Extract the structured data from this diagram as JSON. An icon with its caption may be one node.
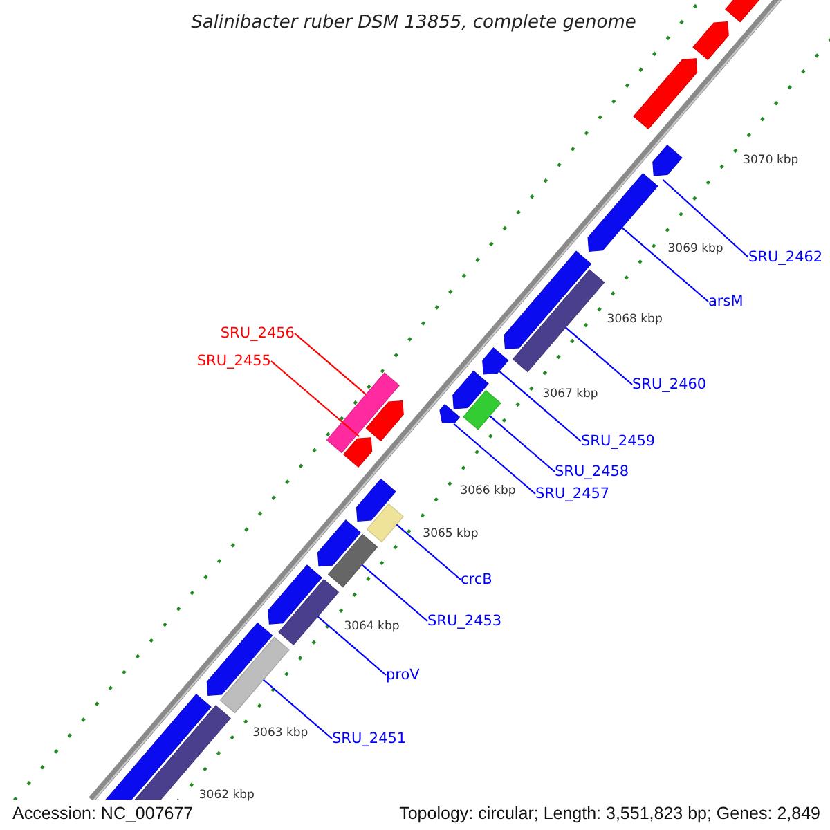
{
  "diagram": {
    "title": "Salinibacter ruber DSM 13855, complete genome",
    "nodes": [
      {
        "text": [
          "SRU_2462"
        ]
      },
      {
        "text": [
          "arsM"
        ]
      },
      {
        "text": [
          "SRU_2456"
        ]
      },
      {
        "text": [
          "SRU_2455"
        ]
      },
      {
        "text": [
          "SRU_2460"
        ]
      },
      {
        "text": [
          "SRU_2459"
        ]
      },
      {
        "text": [
          "SRU_2458"
        ]
      },
      {
        "text": [
          "SRU_2457"
        ]
      },
      {
        "text": [
          "crcB"
        ]
      },
      {
        "text": [
          "SRU_2453"
        ]
      },
      {
        "text": [
          "proV"
        ]
      },
      {
        "text": [
          "SRU_2451"
        ]
      },
      {
        "text": [],
        "shape": "pentagon"
      },
      {
        "text": [],
        "shape": "pentagon"
      },
      {
        "text": [],
        "shape": "pentagon"
      },
      {
        "text": [],
        "shape": "pentagon"
      },
      {
        "text": [],
        "shape": "pentagon"
      },
      {
        "text": [],
        "shape": "pentagon"
      },
      {
        "text": [],
        "shape": "bar"
      },
      {
        "text": [],
        "shape": "pentagon"
      },
      {
        "text": [],
        "shape": "pentagon"
      },
      {
        "text": [],
        "shape": "bar"
      },
      {
        "text": [],
        "shape": "pentagon"
      },
      {
        "text": [],
        "shape": "pentagon"
      },
      {
        "text": [],
        "shape": "bar"
      },
      {
        "text": [],
        "shape": "pentagon"
      },
      {
        "text": [],
        "shape": "pentagon"
      },
      {
        "text": [],
        "shape": "bar"
      },
      {
        "text": [],
        "shape": "pentagon"
      },
      {
        "text": [],
        "shape": "bar"
      },
      {
        "text": [],
        "shape": "pentagon"
      },
      {
        "text": [],
        "shape": "bar"
      },
      {
        "text": [],
        "shape": "pentagon"
      },
      {
        "text": [],
        "shape": "bar"
      },
      {
        "text": [],
        "shape": "bar"
      },
      {
        "text": [],
        "shape": "bar"
      }
    ],
    "edges": [
      {
        "from": 0,
        "to": 15,
        "arrow": "none"
      },
      {
        "from": 1,
        "to": 16,
        "arrow": "none"
      },
      {
        "from": 2,
        "to": 24,
        "arrow": "none",
        "color": "#ff0000"
      },
      {
        "from": 3,
        "to": 25,
        "arrow": "none",
        "color": "#ff0000"
      },
      {
        "from": 4,
        "to": 18,
        "arrow": "none"
      },
      {
        "from": 5,
        "to": 19,
        "arrow": "none"
      },
      {
        "from": 6,
        "to": 21,
        "arrow": "none"
      },
      {
        "from": 7,
        "to": 22,
        "arrow": "none"
      },
      {
        "from": 8,
        "to": 27,
        "arrow": "none"
      },
      {
        "from": 9,
        "to": 29,
        "arrow": "none"
      },
      {
        "from": 10,
        "to": 31,
        "arrow": "none"
      },
      {
        "from": 11,
        "to": 33,
        "arrow": "none"
      }
    ],
    "labels": [
      "3070 kbp",
      "3069 kbp",
      "3068 kbp",
      "3067 kbp",
      "3066 kbp",
      "3065 kbp",
      "3064 kbp",
      "3063 kbp",
      "3062 kbp",
      "Accession: NC_007677",
      "Topology: circular; Length: 3,551,823 bp; Genes: 2,849"
    ]
  }
}
